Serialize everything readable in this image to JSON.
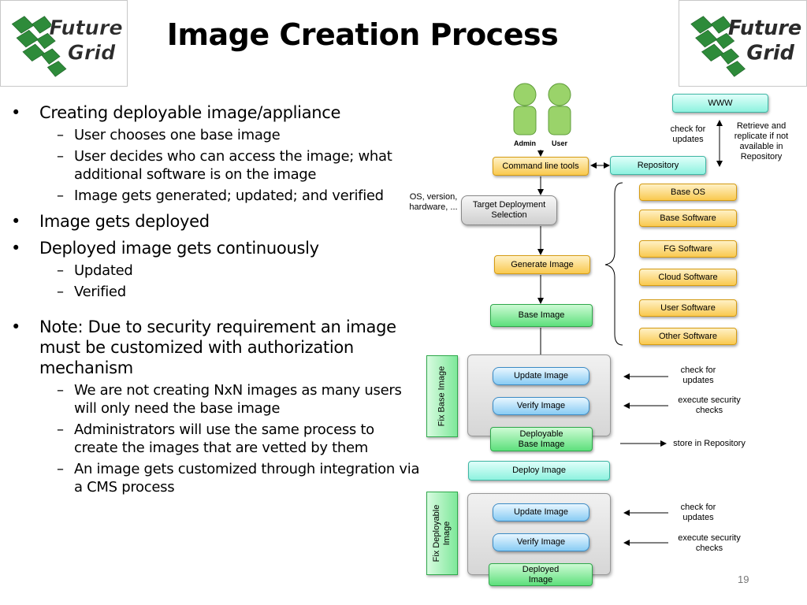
{
  "title": "Image Creation Process",
  "logo_text": [
    "Future",
    "Grid"
  ],
  "bullets": [
    {
      "text": "Creating deployable image/appliance",
      "subs": [
        "User chooses one base image",
        "User decides who can access the image; what additional software is on the image",
        "Image gets generated; updated; and verified"
      ]
    },
    {
      "text": "Image gets deployed",
      "subs": []
    },
    {
      "text": "Deployed image gets continuously",
      "subs": [
        "Updated",
        "Verified"
      ]
    },
    {
      "text": "Note: Due to security requirement an image must be customized with authorization mechanism",
      "subs": [
        "We are not creating NxN images as many users will only need the base image",
        "Administrators will use the same process to create the images that are vetted by them",
        "An image gets customized through integration via a CMS process"
      ]
    }
  ],
  "diagram": {
    "admin": "Admin",
    "user": "User",
    "command_line_tools": "Command line tools",
    "target_deployment": "Target Deployment Selection",
    "os_version": "OS, version, hardware, ...",
    "generate_image": "Generate Image",
    "base_image": "Base Image",
    "www": "WWW",
    "repository": "Repository",
    "check_for_updates": "check for updates",
    "retrieve_replicate": "Retrieve and replicate if not available in Repository",
    "software": [
      "Base OS",
      "Base Software",
      "FG Software",
      "Cloud Software",
      "User Software",
      "Other Software"
    ],
    "fix_base_image": "Fix Base Image",
    "update_image": "Update Image",
    "verify_image": "Verify Image",
    "deployable_base_image": "Deployable Base Image",
    "deploy_image": "Deploy Image",
    "fix_deployable_image": "Fix Deployable Image",
    "deployed_image": "Deployed Image",
    "execute_security_checks": "execute security checks",
    "store_in_repository": "store in Repository"
  },
  "page_number": "19",
  "colors": {
    "orange": "#f9c94f",
    "green": "#5ee07c",
    "cyan": "#8ef2df",
    "blue": "#89ccf4",
    "red_diamond": "#e02020",
    "green_diamond": "#1fc43a"
  }
}
